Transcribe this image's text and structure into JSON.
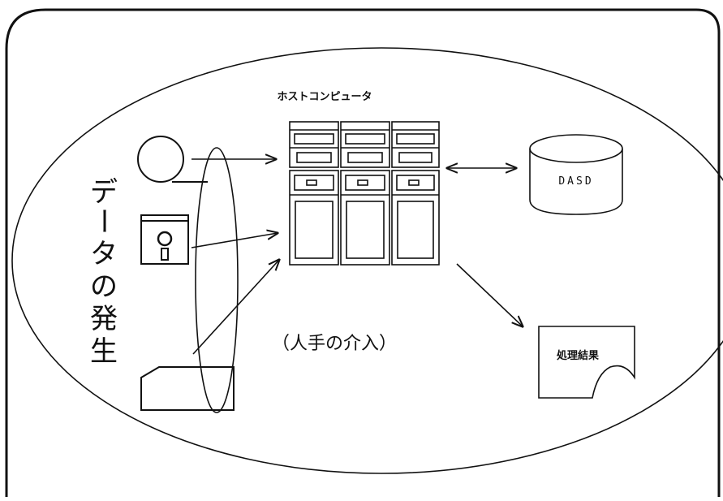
{
  "diagram": {
    "host_label": "ホストコンピュータ",
    "dasd_label": "DASD",
    "output_label": "処理結果",
    "manual_label": "（人手の介入）",
    "data_origin_chars": [
      "デ",
      "ー",
      "タ",
      "の",
      "発",
      "生"
    ]
  },
  "colors": {
    "ink": "#111111",
    "background": "#ffffff"
  },
  "icons": {
    "tape": "magnetic-tape-reel-icon",
    "floppy": "floppy-disk-icon",
    "card": "punched-card-icon",
    "host": "mainframe-computer-icon",
    "dasd": "disk-storage-cylinder-icon",
    "output": "printed-document-icon"
  }
}
